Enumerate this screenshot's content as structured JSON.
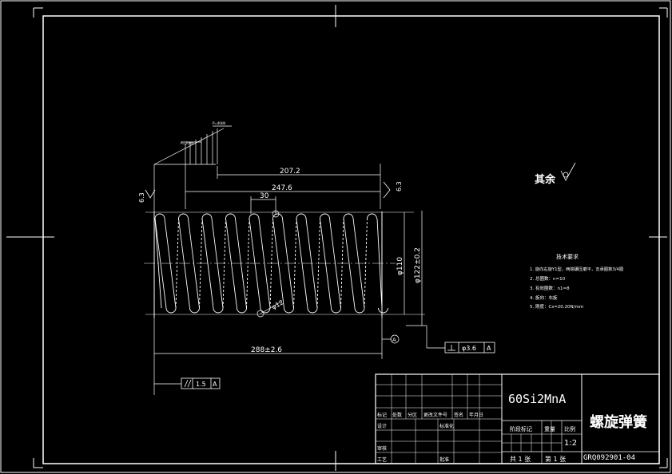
{
  "drawing": {
    "dimensions": {
      "d_207": "207.2",
      "d_247": "247.6",
      "d_30": "30",
      "d_288": "288±2.6",
      "dia_110": "φ110",
      "dia_122": "φ122±0.2",
      "wire_12": "φ12",
      "rough_left": "6.3",
      "rough_right": "6.3",
      "load_p1": "P=20kN",
      "load_p2": "P=40kN",
      "datum_a": "A"
    },
    "tolerances": {
      "parallel_value": "1.5",
      "parallel_datum": "A",
      "perp_value": "φ3.6",
      "perp_datum": "A"
    },
    "roughness_note": "其余",
    "tech_req": {
      "title": "技术要求",
      "items": [
        "1. 旋向右旋Y1型，两端碾压磨平，支承圈数3/4圈",
        "2. 总圈数：n=10",
        "3. 有效圈数：n1=8",
        "4. 旋向：右旋",
        "5. 刚度：Cs=20.20N/mm"
      ]
    }
  },
  "title_block": {
    "material": "60Si2MnA",
    "part_name": "螺旋弹簧",
    "scale_label": "比例",
    "scale_value": "1:2",
    "weight_label": "重量",
    "stage_label": "阶段标记",
    "drawing_no": "GRQ092901-04",
    "sheet_total": "共 1 张",
    "sheet_no": "第 1 张",
    "row_headers": [
      "标记",
      "处数",
      "分区",
      "更改文件号",
      "签名",
      "年月日"
    ],
    "designer": "设计",
    "standardize": "标准化",
    "checker": "审核",
    "process": "工艺",
    "approve": "批准"
  }
}
